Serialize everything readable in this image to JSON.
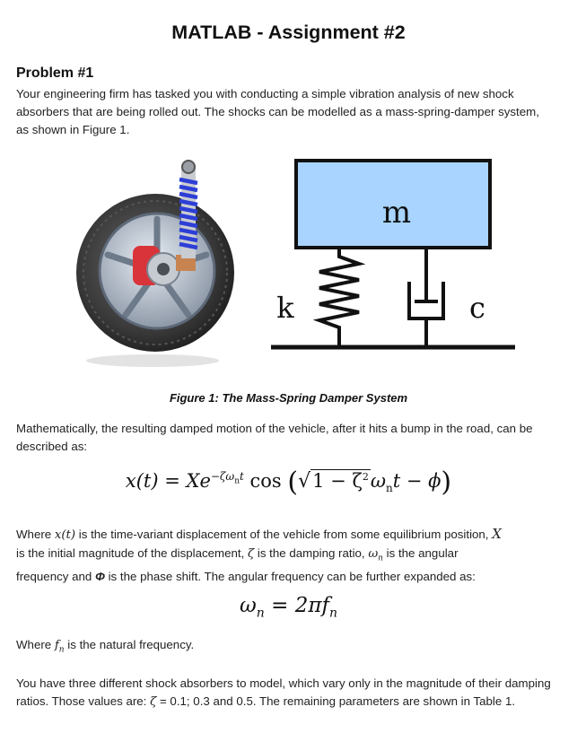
{
  "title": "MATLAB - Assignment #2",
  "problem_heading": "Problem #1",
  "intro": "Your engineering firm has tasked you with conducting a simple vibration analysis of new shock absorbers that are being rolled out. The shocks can be modelled as a mass-spring-damper system, as shown in Figure 1.",
  "figure": {
    "mass_label": "m",
    "spring_label": "k",
    "damper_label": "c",
    "caption": "Figure 1: The Mass-Spring Damper System",
    "colors": {
      "mass_fill": "#a8d4ff",
      "line": "#111111"
    }
  },
  "math_intro": "Mathematically, the resulting damped motion of the vehicle, after it hits a bump in the road, can be described as:",
  "equation1": {
    "lhs": "x(t) = Xe",
    "exponent": "−ζω",
    "exponent_sub": "n",
    "exponent_tail": "t",
    "cos": " cos",
    "under_root": "1 − ζ",
    "under_root_sup": "2",
    "after_root": "ω",
    "after_root_sub": "n",
    "after_tail": "t − ϕ"
  },
  "where_text": {
    "p1": "Where ",
    "x_t": "x(t)",
    "p2": " is the time-variant displacement of the vehicle from some equilibrium position, ",
    "X": "X",
    "p3": "is the initial magnitude of the displacement, ",
    "zeta": "ζ",
    "p4": " is the damping ratio, ",
    "omega": "ω",
    "omega_sub": "n",
    "p5": " is the angular",
    "p6": "frequency and ",
    "phi": "Φ",
    "p7": " is the phase shift. The angular frequency can be further expanded as:"
  },
  "equation2": {
    "lhs": "ω",
    "lhs_sub": "n",
    "rhs": " = 2πf",
    "rhs_sub": "n"
  },
  "where_fn": {
    "p1": "Where ",
    "f": "f",
    "f_sub": "n",
    "p2": " is the natural frequency."
  },
  "closing": {
    "p1": "You have three different shock absorbers to model, which vary only in the magnitude of their damping ratios. Those values are: ",
    "zeta": "ζ",
    "p2": " = 0.1; 0.3 and 0.5. The remaining parameters are shown in Table 1."
  }
}
